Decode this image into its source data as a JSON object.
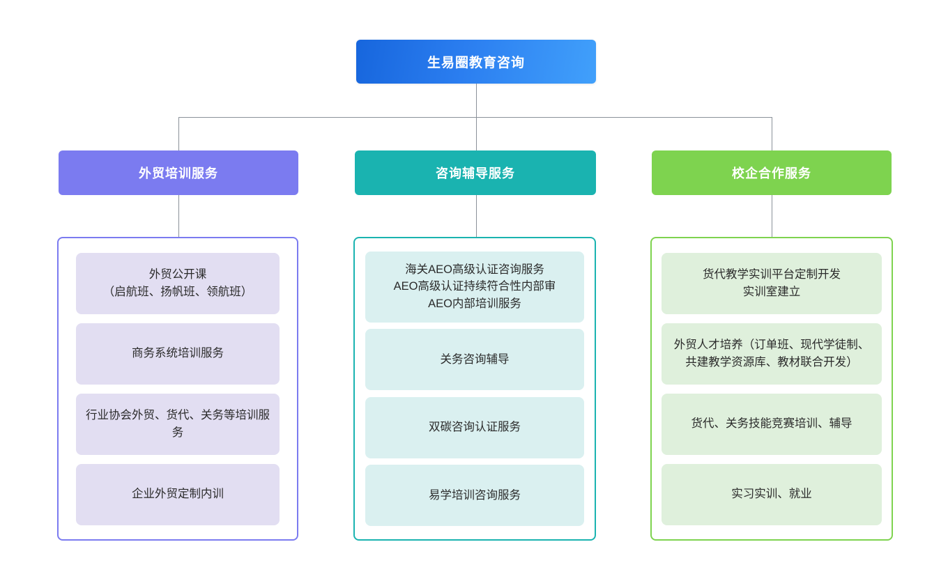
{
  "root": {
    "label": "生易圈教育咨询",
    "gradient_from": "#1766dd",
    "gradient_to": "#41a0fb"
  },
  "connector_color": "#8a9199",
  "columns": [
    {
      "header": "外贸培训服务",
      "header_color": "#7b7bf0",
      "border_color": "#7b7bf0",
      "card_color": "#e2def2",
      "items": [
        "外贸公开课\n（启航班、扬帆班、领航班）",
        "商务系统培训服务",
        "行业协会外贸、货代、关务等培训服务",
        "企业外贸定制内训"
      ]
    },
    {
      "header": "咨询辅导服务",
      "header_color": "#1ab3b0",
      "border_color": "#1ab3b0",
      "card_color": "#daf0f0",
      "items": [
        "海关AEO高级认证咨询服务\nAEO高级认证持续符合性内部审\nAEO内部培训服务",
        "关务咨询辅导",
        "双碳咨询认证服务",
        "易学培训咨询服务"
      ]
    },
    {
      "header": "校企合作服务",
      "header_color": "#7ed34f",
      "border_color": "#7ed34f",
      "card_color": "#dff0dc",
      "items": [
        "货代教学实训平台定制开发\n实训室建立",
        "外贸人才培养（订单班、现代学徒制、共建教学资源库、教材联合开发）",
        "货代、关务技能竞赛培训、辅导",
        "实习实训、就业"
      ]
    }
  ]
}
